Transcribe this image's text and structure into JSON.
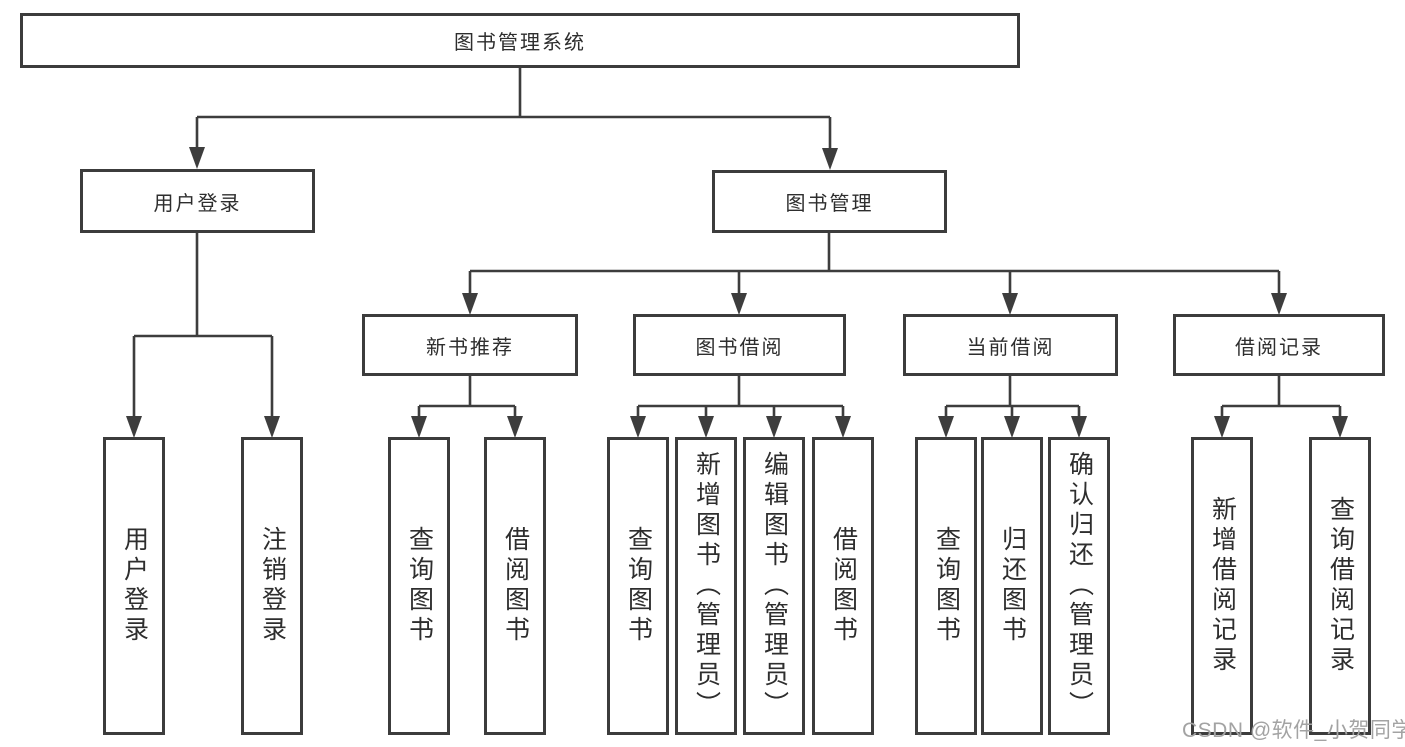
{
  "diagram": {
    "root": {
      "label": "图书管理系统"
    },
    "level2": [
      {
        "label": "用户登录"
      },
      {
        "label": "图书管理"
      }
    ],
    "level3": [
      {
        "label": "新书推荐"
      },
      {
        "label": "图书借阅"
      },
      {
        "label": "当前借阅"
      },
      {
        "label": "借阅记录"
      }
    ],
    "leaves": [
      {
        "label": "用户登录",
        "parent": "用户登录"
      },
      {
        "label": "注销登录",
        "parent": "用户登录"
      },
      {
        "label": "查询图书",
        "parent": "新书推荐"
      },
      {
        "label": "借阅图书",
        "parent": "新书推荐"
      },
      {
        "label": "查询图书",
        "parent": "图书借阅"
      },
      {
        "label": "新增图书（管理员）",
        "parent": "图书借阅"
      },
      {
        "label": "编辑图书（管理员）",
        "parent": "图书借阅"
      },
      {
        "label": "借阅图书",
        "parent": "图书借阅"
      },
      {
        "label": "查询图书",
        "parent": "当前借阅"
      },
      {
        "label": "归还图书",
        "parent": "当前借阅"
      },
      {
        "label": "确认归还（管理员）",
        "parent": "当前借阅"
      },
      {
        "label": "新增借阅记录",
        "parent": "借阅记录"
      },
      {
        "label": "查询借阅记录",
        "parent": "借阅记录"
      }
    ]
  },
  "watermark": {
    "text": "CSDN @软件_小贺同学"
  },
  "colors": {
    "line": "#3d3d3d",
    "border": "#3c3c3c",
    "text": "#2e2e2e",
    "background": "#ffffff",
    "watermark": "#a3a3a3"
  }
}
